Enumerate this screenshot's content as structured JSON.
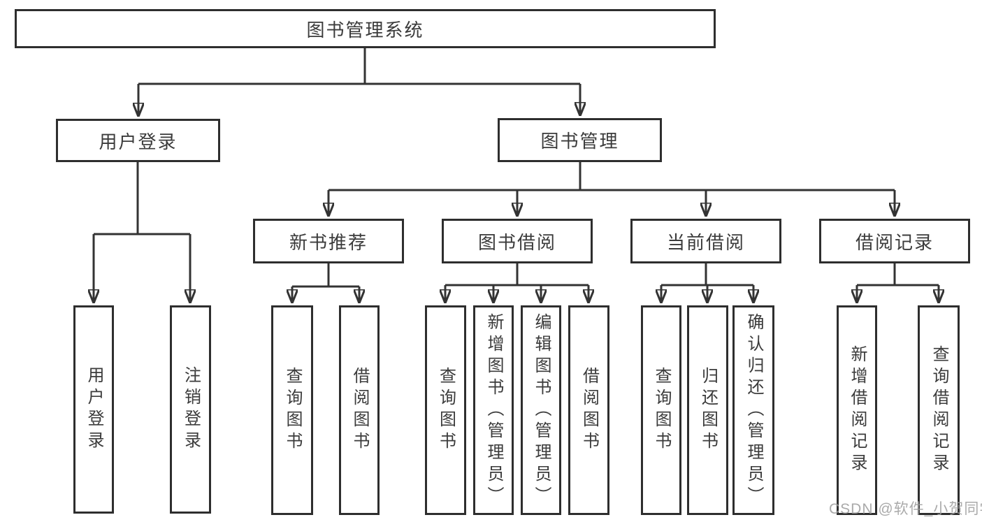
{
  "tree": {
    "label": "图书管理系统",
    "children": [
      {
        "label": "用户登录",
        "children": [
          {
            "label": "用户登录"
          },
          {
            "label": "注销登录"
          }
        ]
      },
      {
        "label": "图书管理",
        "children": [
          {
            "label": "新书推荐",
            "children": [
              {
                "label": "查询图书"
              },
              {
                "label": "借阅图书"
              }
            ]
          },
          {
            "label": "图书借阅",
            "children": [
              {
                "label": "查询图书"
              },
              {
                "label": "新增图书（管理员）"
              },
              {
                "label": "编辑图书（管理员）"
              },
              {
                "label": "借阅图书"
              }
            ]
          },
          {
            "label": "当前借阅",
            "children": [
              {
                "label": "查询图书"
              },
              {
                "label": "归还图书"
              },
              {
                "label": "确认归还（管理员）"
              }
            ]
          },
          {
            "label": "借阅记录",
            "children": [
              {
                "label": "新增借阅记录"
              },
              {
                "label": "查询借阅记录"
              }
            ]
          }
        ]
      }
    ]
  },
  "watermark": {
    "text": "CSDN @软件_小贺同学"
  },
  "colors": {
    "line": "#333333",
    "box_border": "#2e2e2e",
    "text": "#3b3b3b",
    "background": "#ffffff",
    "watermark": "#9e9e9e"
  }
}
